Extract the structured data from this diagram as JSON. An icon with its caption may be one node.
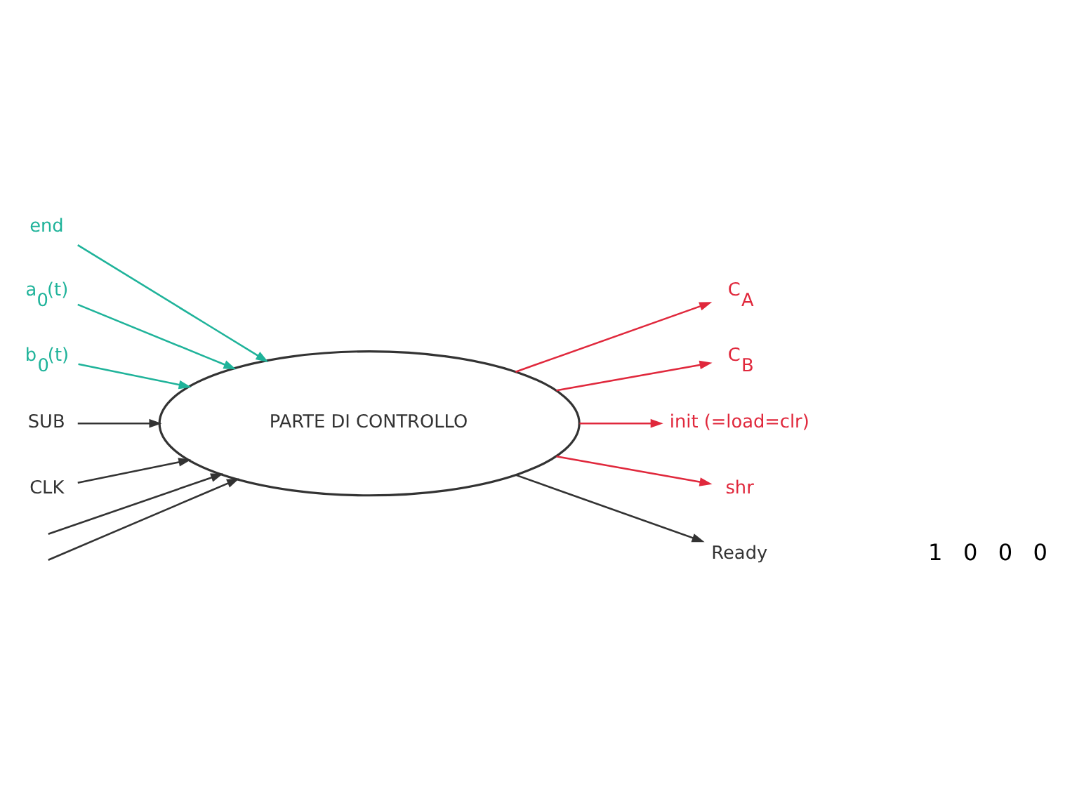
{
  "diagram": {
    "nodes": [
      {
        "text": [
          "PARTE DI CONTROLLO"
        ]
      },
      {
        "text": [
          "end"
        ]
      },
      {
        "text": [
          "a$_{0}$(t)"
        ]
      },
      {
        "text": [
          "b$_{0}$(t)"
        ]
      },
      {
        "text": [
          "C$_{A}$"
        ]
      },
      {
        "text": [
          "C$_{B}$"
        ]
      },
      {
        "text": [
          "init (=load=clr)"
        ]
      },
      {
        "text": [
          "shr"
        ]
      },
      {
        "text": [
          "Ready"
        ]
      },
      {
        "text": [
          "SUB"
        ]
      },
      {
        "text": [
          "CLK"
        ]
      }
    ],
    "edges": [
      {
        "from": 1,
        "to": 0,
        "arrow": "to",
        "color": "#1fb39a"
      },
      {
        "from": 2,
        "to": 0,
        "arrow": "to",
        "color": "#1fb39a"
      },
      {
        "from": 3,
        "to": 0,
        "arrow": "to",
        "color": "#1fb39a"
      },
      {
        "from": 0,
        "to": 4,
        "arrow": "to",
        "color": "#e0283c"
      },
      {
        "from": 0,
        "to": 5,
        "arrow": "to",
        "color": "#e0283c"
      },
      {
        "from": 0,
        "to": 6,
        "arrow": "to",
        "color": "#e0283c"
      },
      {
        "from": 0,
        "to": 7,
        "arrow": "to",
        "color": "#e0283c"
      },
      {
        "from": 0,
        "to": 8,
        "arrow": "to"
      },
      {
        "from": null,
        "to": 0,
        "arrow": "to"
      },
      {
        "from": null,
        "to": 0,
        "arrow": "to"
      },
      {
        "from": 9,
        "to": 0,
        "arrow": "to"
      },
      {
        "from": 10,
        "to": 0,
        "arrow": "to"
      }
    ],
    "labels": [
      "1",
      "0",
      "0",
      "0"
    ]
  }
}
